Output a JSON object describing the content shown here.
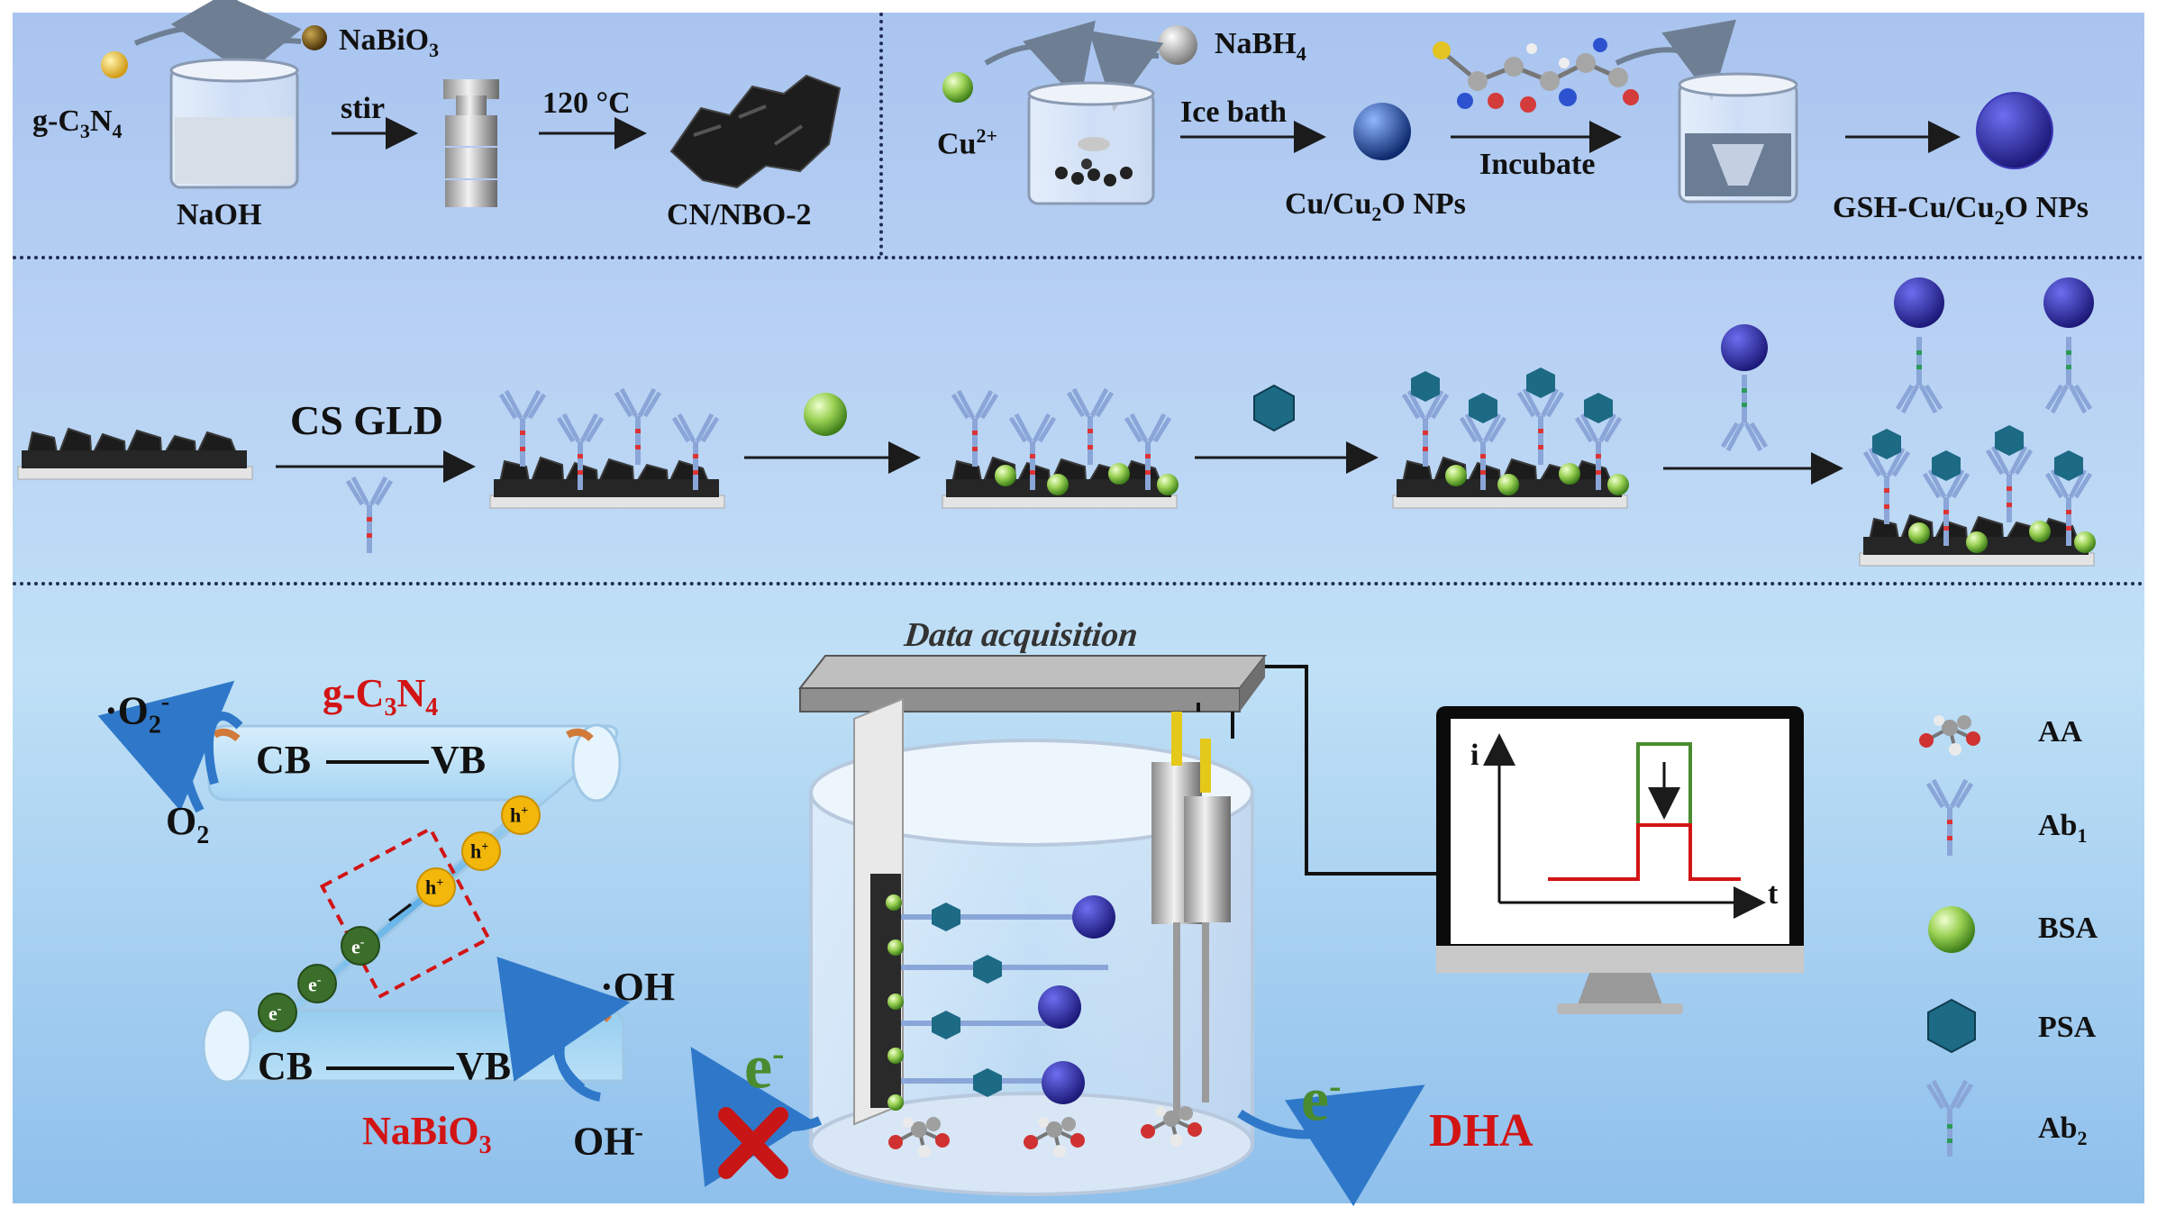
{
  "top_left": {
    "g_c3n4": "g-C",
    "g_c3n4_sub": "3",
    "g_c3n4_tail": "N",
    "g_c3n4_sub2": "4",
    "nabio3": "NaBiO",
    "nabio3_sub": "3",
    "naoh": "NaOH",
    "stir": "stir",
    "temp": "120 °C",
    "product": "CN/NBO-2"
  },
  "top_right": {
    "cu": "Cu",
    "cu_sup": "2+",
    "nabh4": "NaBH",
    "nabh4_sub": "4",
    "ice_bath": "Ice bath",
    "incubate": "Incubate",
    "cu_np_a": "Cu/Cu",
    "cu_np_sub": "2",
    "cu_np_b": "O NPs",
    "gsh_a": "GSH-Cu/Cu",
    "gsh_sub": "2",
    "gsh_b": "O NPs"
  },
  "middle": {
    "cs_gld": "CS GLD"
  },
  "bottom": {
    "data_acquisition": "Data acquisition",
    "o2_radical": "·O",
    "o2_radical_sub": "2",
    "o2_radical_sup": "-",
    "o2": "O",
    "o2_sub": "2",
    "cb_top": "CB",
    "vb_top": "VB",
    "cb_bottom": "CB",
    "vb_bottom": "VB",
    "gc3n4_label_a": "g-C",
    "gc3n4_label_sub": "3",
    "gc3n4_label_b": "N",
    "gc3n4_label_sub2": "4",
    "nabio3_label_a": "NaBiO",
    "nabio3_label_sub": "3",
    "oh_radical": "·OH",
    "oh_minus": "OH",
    "oh_minus_sup": "-",
    "e_left": "e",
    "e_right": "e",
    "e_sup": "-",
    "dha": "DHA",
    "hole": "h",
    "hole_sup": "+",
    "electron": "e",
    "axis_i": "i",
    "axis_t": "t"
  },
  "legend": [
    {
      "label": "AA",
      "icon": "aa-molecule-icon"
    },
    {
      "label": "Ab",
      "sub": "1",
      "icon": "ab1-antibody-icon"
    },
    {
      "label": "BSA",
      "icon": "bsa-sphere-icon"
    },
    {
      "label": "PSA",
      "icon": "psa-polyhedron-icon"
    },
    {
      "label": "Ab",
      "sub": "2",
      "icon": "ab2-antibody-icon"
    }
  ],
  "colors": {
    "label_red": "#d21414",
    "electron_green": "#4a8b2f",
    "arrow_blue": "#2f78c9",
    "hole_yellow": "#f2b70a",
    "substrate_black": "#1c1c1c",
    "np_blue": "#2a2d9a",
    "psa_teal": "#1d6a85",
    "bsa_green": "#8fd14a"
  }
}
